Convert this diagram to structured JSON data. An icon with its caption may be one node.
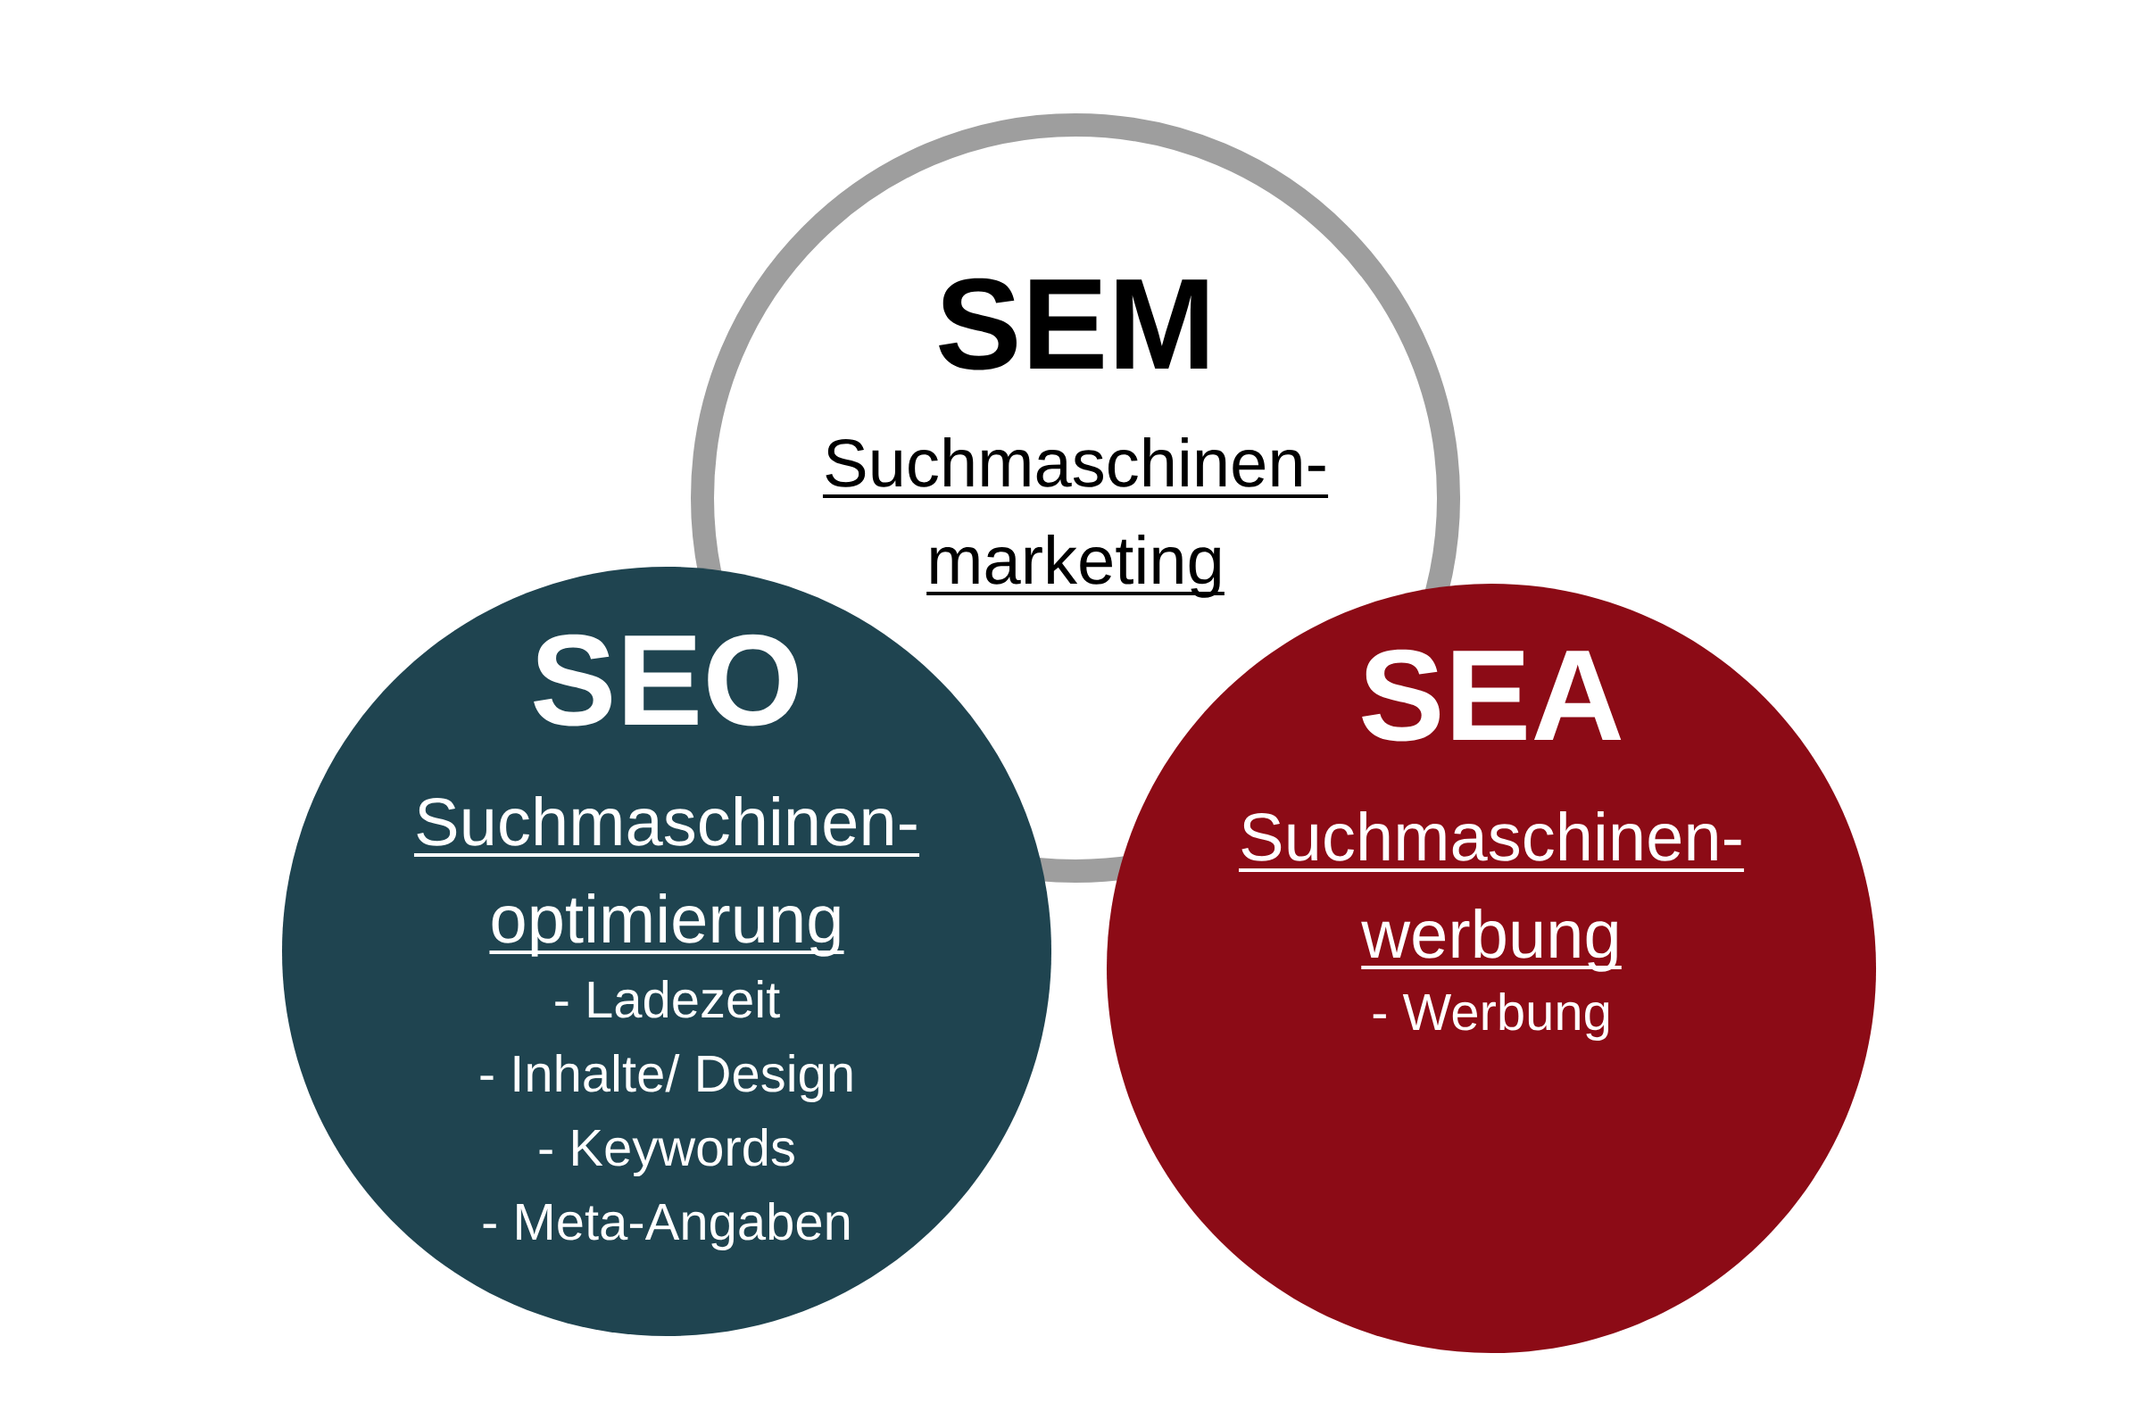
{
  "diagram": {
    "nodes": [
      {
        "text": [
          "SEM",
          "Suchmaschinen- marketing"
        ]
      },
      {
        "text": [
          "SEO",
          "Suchmaschinen- optimierung",
          "- Ladezeit",
          "- Inhalte/ Design",
          "- Keywords",
          "- Meta-Angaben"
        ]
      },
      {
        "text": [
          "SEA",
          "Suchmaschinen- werbung",
          "- Werbung"
        ]
      }
    ]
  }
}
